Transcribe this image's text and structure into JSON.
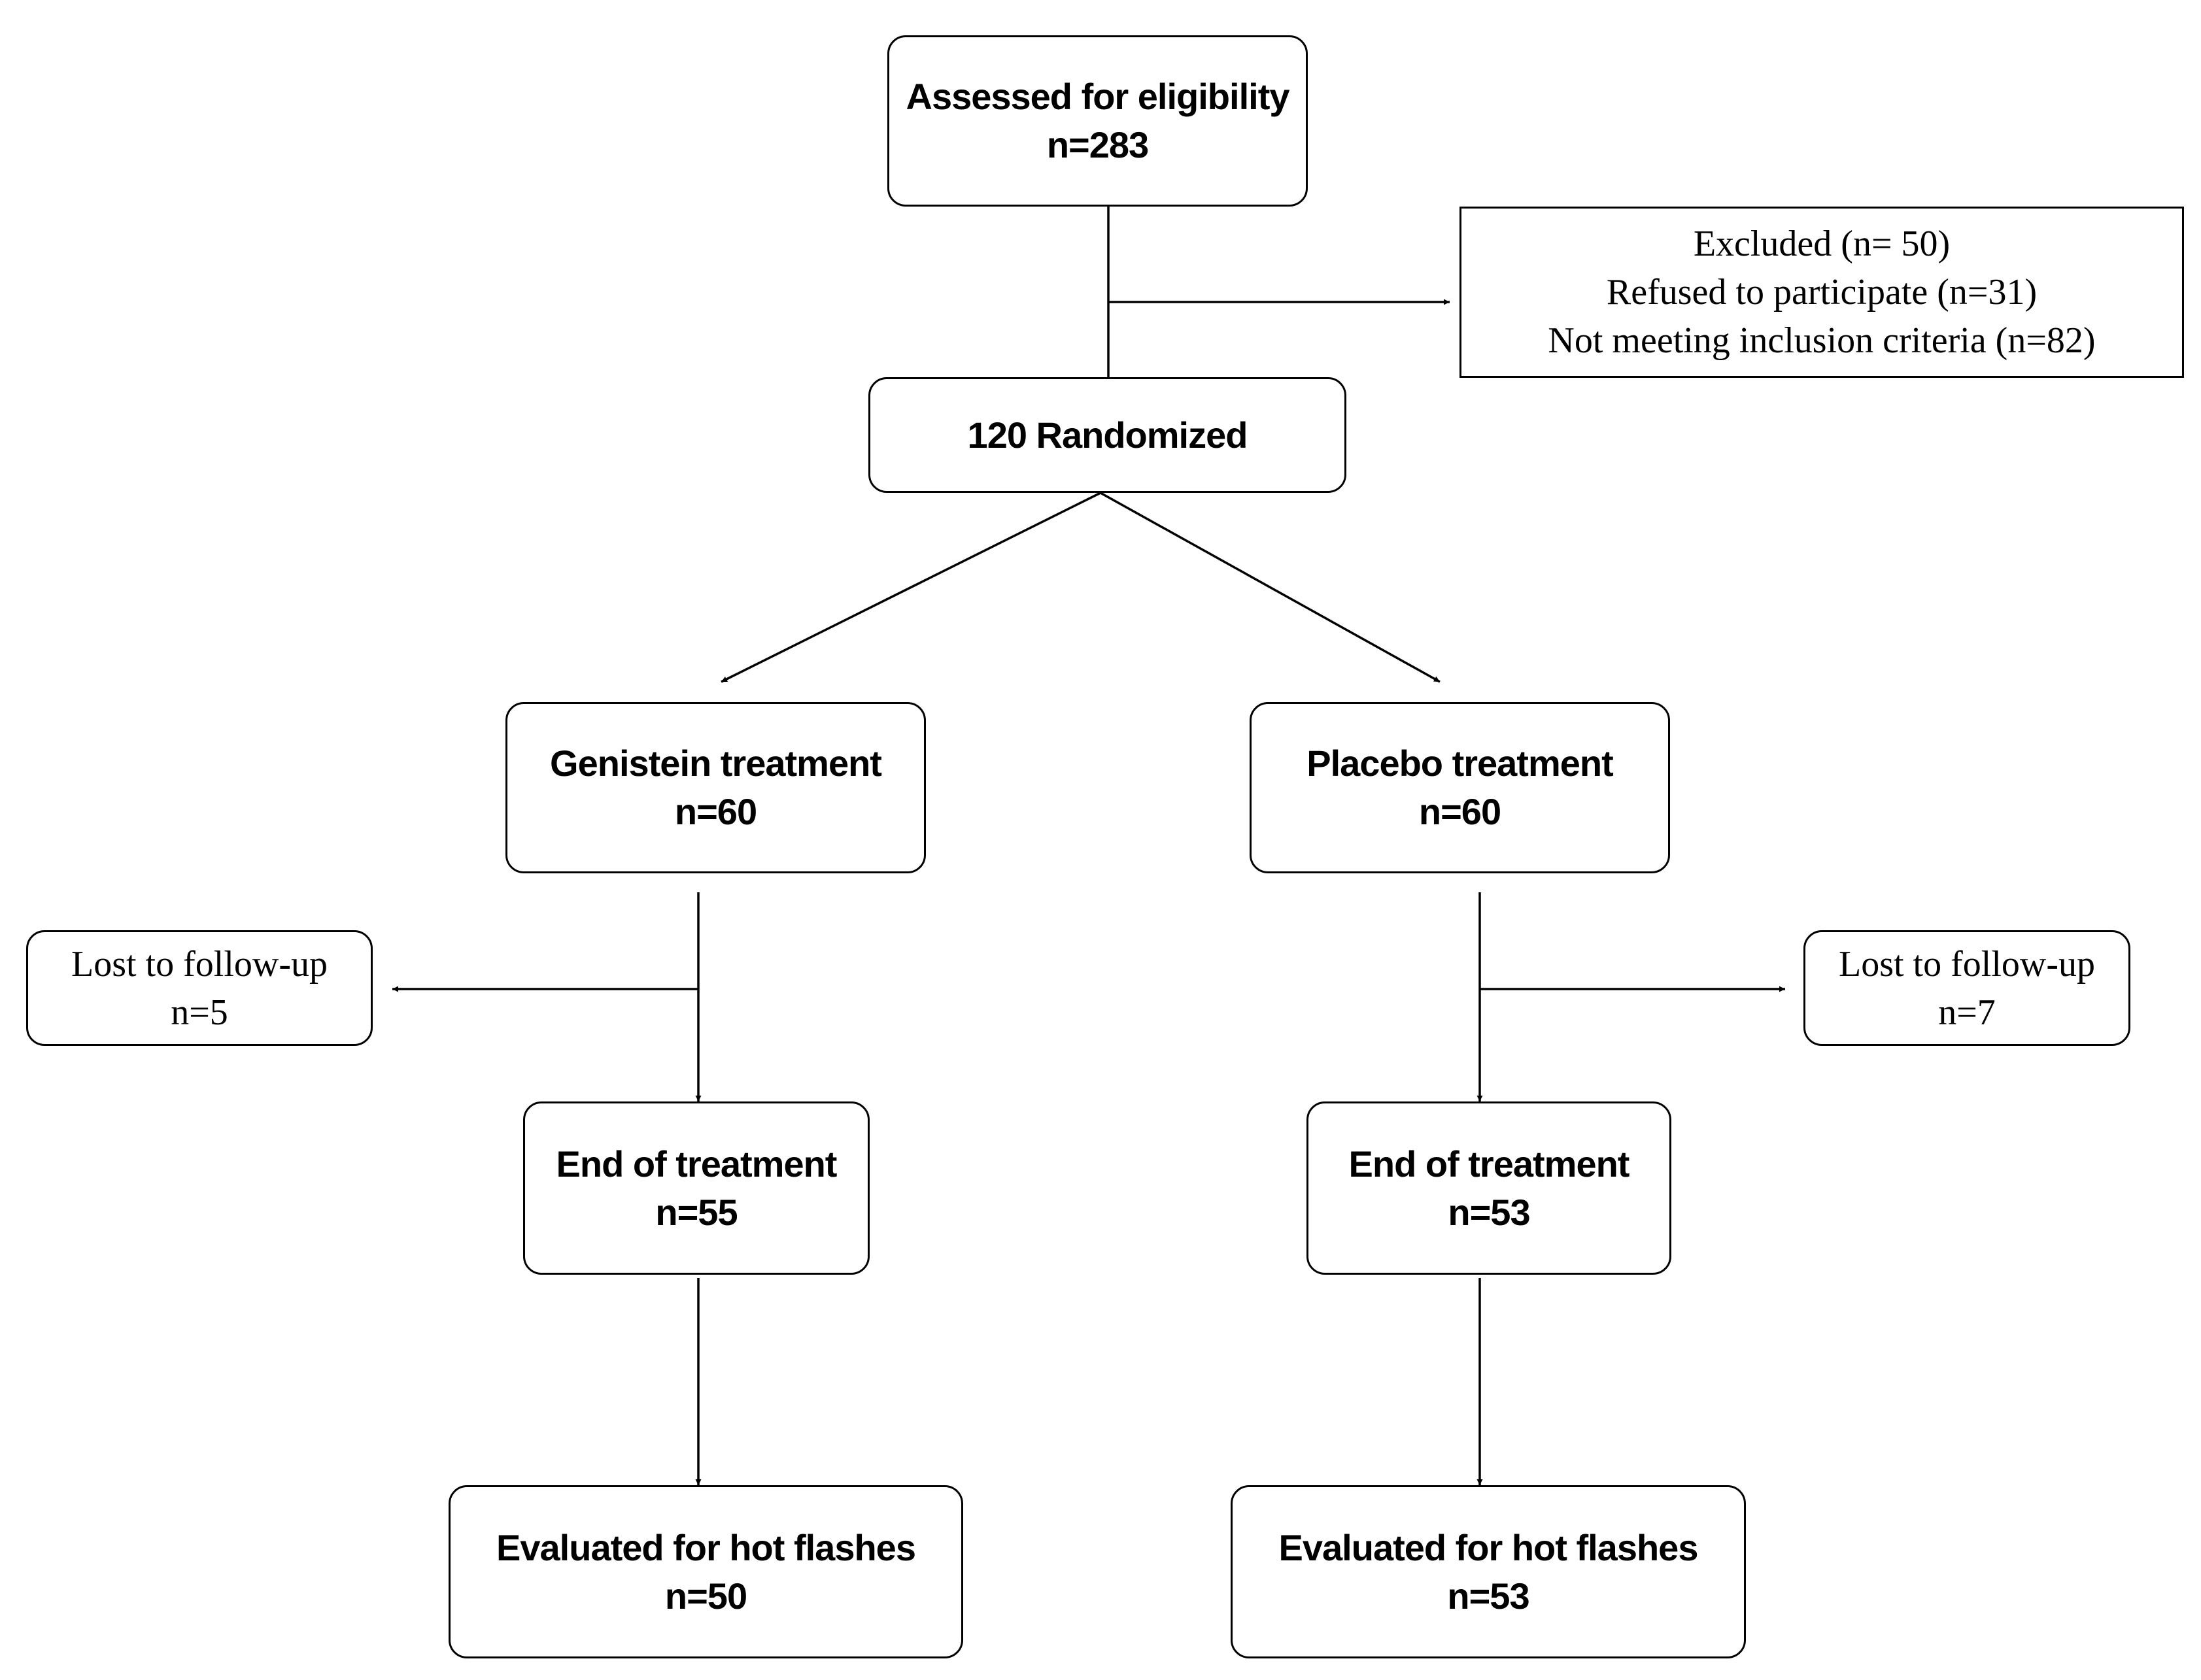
{
  "diagram": {
    "assessed": {
      "title": "Assessed for eligibility",
      "count": "n=283"
    },
    "excluded": {
      "line1": "Excluded (n= 50)",
      "line2": "Refused to participate (n=31)",
      "line3": "Not meeting inclusion criteria (n=82)"
    },
    "randomized": {
      "title": "120 Randomized"
    },
    "genistein": {
      "title": "Genistein treatment",
      "count": "n=60"
    },
    "placebo": {
      "title": "Placebo treatment",
      "count": "n=60"
    },
    "lost_genistein": {
      "title": "Lost to follow-up",
      "count": "n=5"
    },
    "lost_placebo": {
      "title": "Lost to follow-up",
      "count": "n=7"
    },
    "end_genistein": {
      "title": "End of treatment",
      "count": "n=55"
    },
    "end_placebo": {
      "title": "End of treatment",
      "count": "n=53"
    },
    "eval_genistein": {
      "title": "Evaluated for hot flashes",
      "count": "n=50"
    },
    "eval_placebo": {
      "title": "Evaluated for hot flashes",
      "count": "n=53"
    }
  },
  "colors": {
    "stroke": "#000000",
    "background": "#ffffff"
  }
}
